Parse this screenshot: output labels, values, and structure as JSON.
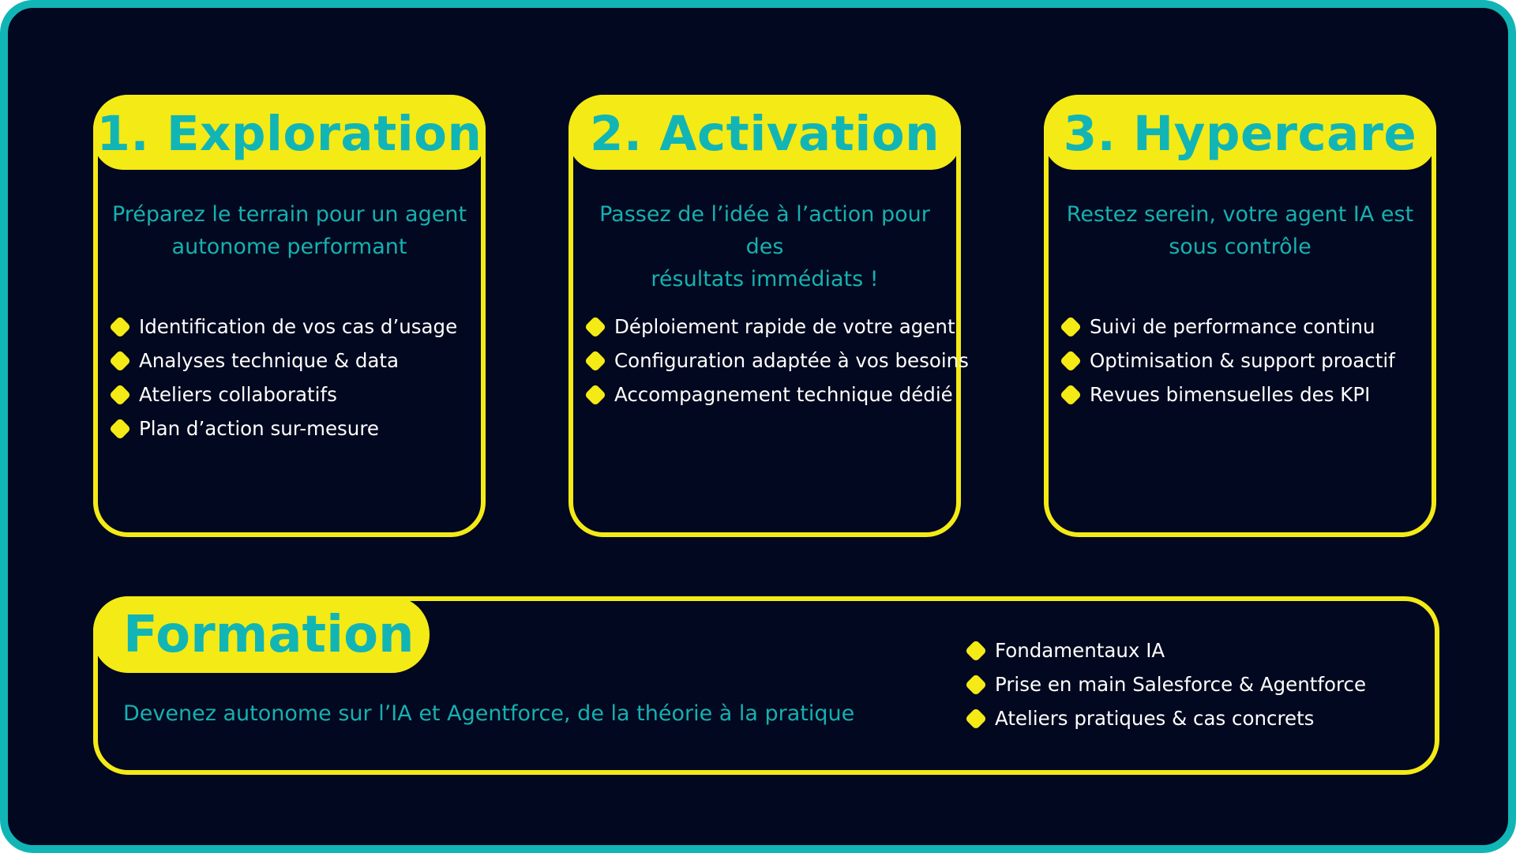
{
  "colors": {
    "background": "#02081f",
    "frame": "#11b5b5",
    "accent_yellow": "#f4ea16",
    "accent_teal": "#12b5b5",
    "text_white": "#ffffff"
  },
  "cards": [
    {
      "title": "1. Exploration",
      "subtitle_line1": "Préparez le terrain pour un agent",
      "subtitle_line2": "autonome performant",
      "bullets": [
        "Identification de vos cas d’usage",
        "Analyses technique & data",
        "Ateliers collaboratifs",
        "Plan d’action sur-mesure"
      ]
    },
    {
      "title": "2. Activation",
      "subtitle_line1": "Passez de l’idée à l’action pour des",
      "subtitle_line2": "résultats immédiats !",
      "bullets": [
        "Déploiement rapide de votre agent",
        "Configuration adaptée à vos besoins",
        "Accompagnement technique dédié"
      ]
    },
    {
      "title": "3. Hypercare",
      "subtitle_line1": "Restez serein, votre agent IA est",
      "subtitle_line2": "sous contrôle",
      "bullets": [
        "Suivi de performance continu",
        "Optimisation & support proactif",
        "Revues bimensuelles des KPI"
      ]
    }
  ],
  "formation": {
    "title": "Formation",
    "subtitle": "Devenez autonome sur l’IA et Agentforce, de la théorie à la pratique",
    "bullets": [
      "Fondamentaux IA",
      "Prise en main Salesforce & Agentforce",
      "Ateliers pratiques & cas concrets"
    ]
  }
}
